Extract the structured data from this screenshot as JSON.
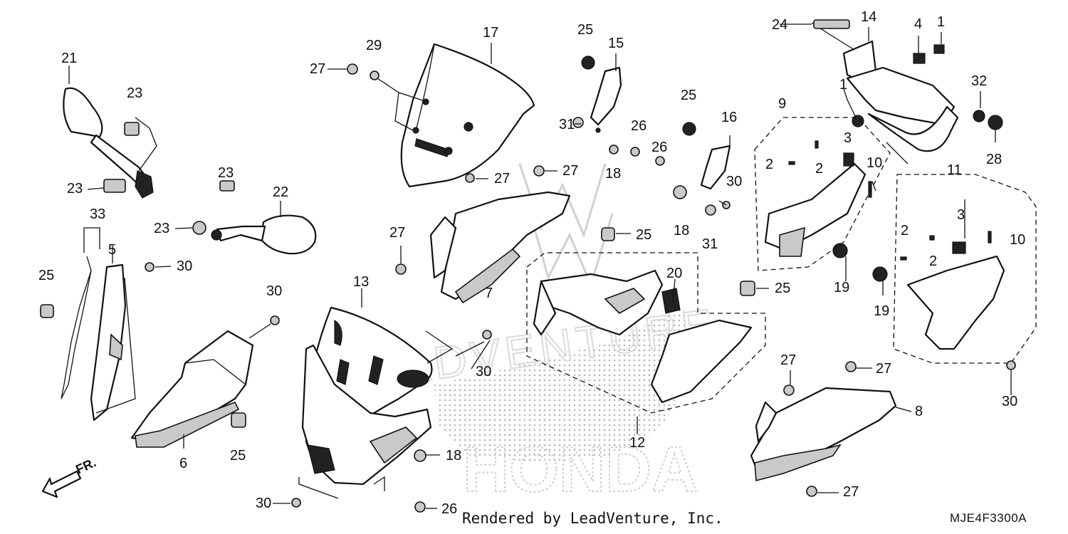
{
  "diagram": {
    "brand_watermark": "HONDA",
    "dealer_watermark": "LEADVENTURE",
    "footer_text": "Rendered by LeadVenture, Inc.",
    "diagram_code": "MJE4F3300A",
    "front_arrow_label": "FR.",
    "callouts": {
      "c1a": "1",
      "c1b": "1",
      "c2a": "2",
      "c2b": "2",
      "c2c": "2",
      "c2d": "2",
      "c3a": "3",
      "c3b": "3",
      "c4": "4",
      "c5": "5",
      "c6": "6",
      "c7": "7",
      "c8": "8",
      "c9": "9",
      "c10a": "10",
      "c10b": "10",
      "c11": "11",
      "c12": "12",
      "c13": "13",
      "c14": "14",
      "c15": "15",
      "c16": "16",
      "c17": "17",
      "c18a": "18",
      "c18b": "18",
      "c18c": "18",
      "c19a": "19",
      "c19b": "19",
      "c20": "20",
      "c21": "21",
      "c22": "22",
      "c23a": "23",
      "c23b": "23",
      "c23c": "23",
      "c23d": "23",
      "c24": "24",
      "c25a": "25",
      "c25b": "25",
      "c25c": "25",
      "c25d": "25",
      "c25e": "25",
      "c25f": "25",
      "c26a": "26",
      "c26b": "26",
      "c26c": "26",
      "c27a": "27",
      "c27b": "27",
      "c27c": "27",
      "c27d": "27",
      "c27e": "27",
      "c27f": "27",
      "c27g": "27",
      "c28": "28",
      "c29": "29",
      "c30a": "30",
      "c30b": "30",
      "c30c": "30",
      "c30d": "30",
      "c30e": "30",
      "c30f": "30",
      "c31a": "31",
      "c31b": "31",
      "c32": "32",
      "c33": "33"
    }
  }
}
